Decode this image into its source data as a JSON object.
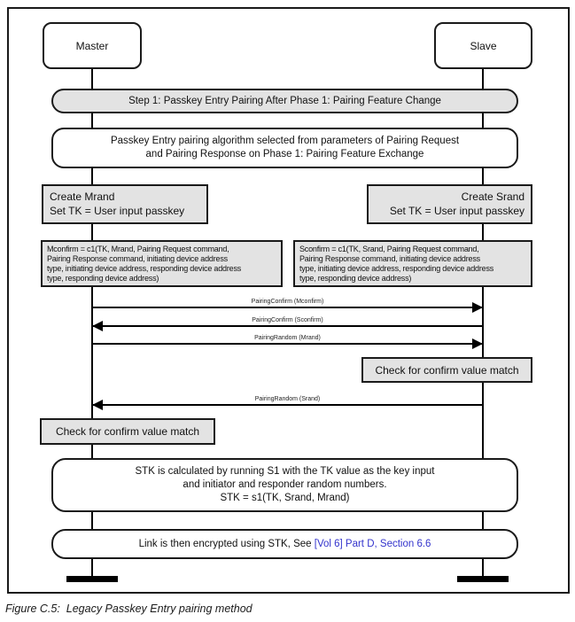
{
  "actors": {
    "master": "Master",
    "slave": "Slave"
  },
  "banners": {
    "step1": "Step 1: Passkey Entry Pairing After Phase 1: Pairing Feature Change",
    "algorithm": "Passkey Entry pairing algorithm selected from parameters of Pairing Request\nand Pairing Response on Phase 1: Pairing Feature Exchange"
  },
  "actions": {
    "master": "Create Mrand\nSet TK = User input passkey",
    "slave": "Create Srand\nSet TK = User input passkey"
  },
  "calculations": {
    "mconfirm": "Mconfirm = c1(TK, Mrand, Pairing Request command,\nPairing Response command, initiating device address\ntype, initiating device address, responding device address\ntype, responding device address)",
    "sconfirm": "Sconfirm = c1(TK, Srand, Pairing Request command,\nPairing Response command, initiating device address\ntype, initiating device address, responding device address\ntype, responding device address)"
  },
  "messages": [
    {
      "label": "PairingConfirm (Mconfirm)",
      "direction": "right"
    },
    {
      "label": "PairingConfirm (Sconfirm)",
      "direction": "left"
    },
    {
      "label": "PairingRandom (Mrand)",
      "direction": "right"
    },
    {
      "label": "PairingRandom (Srand)",
      "direction": "left"
    }
  ],
  "checks": {
    "slave": "Check for confirm value match",
    "master": "Check for confirm value match"
  },
  "notes": {
    "stk": "STK is calculated by running S1 with the TK value as the key input\nand initiator and responder random numbers.\nSTK = s1(TK, Srand, Mrand)",
    "link_prefix": "Link is then encrypted using STK, See ",
    "link_text": "[Vol 6] Part D, Section 6.6"
  },
  "caption": "Figure C.5:  Legacy Passkey Entry pairing method",
  "colors": {
    "box_fill": "#e3e3e3",
    "diagram_line": "#000000",
    "link_blue": "#3333cc"
  }
}
